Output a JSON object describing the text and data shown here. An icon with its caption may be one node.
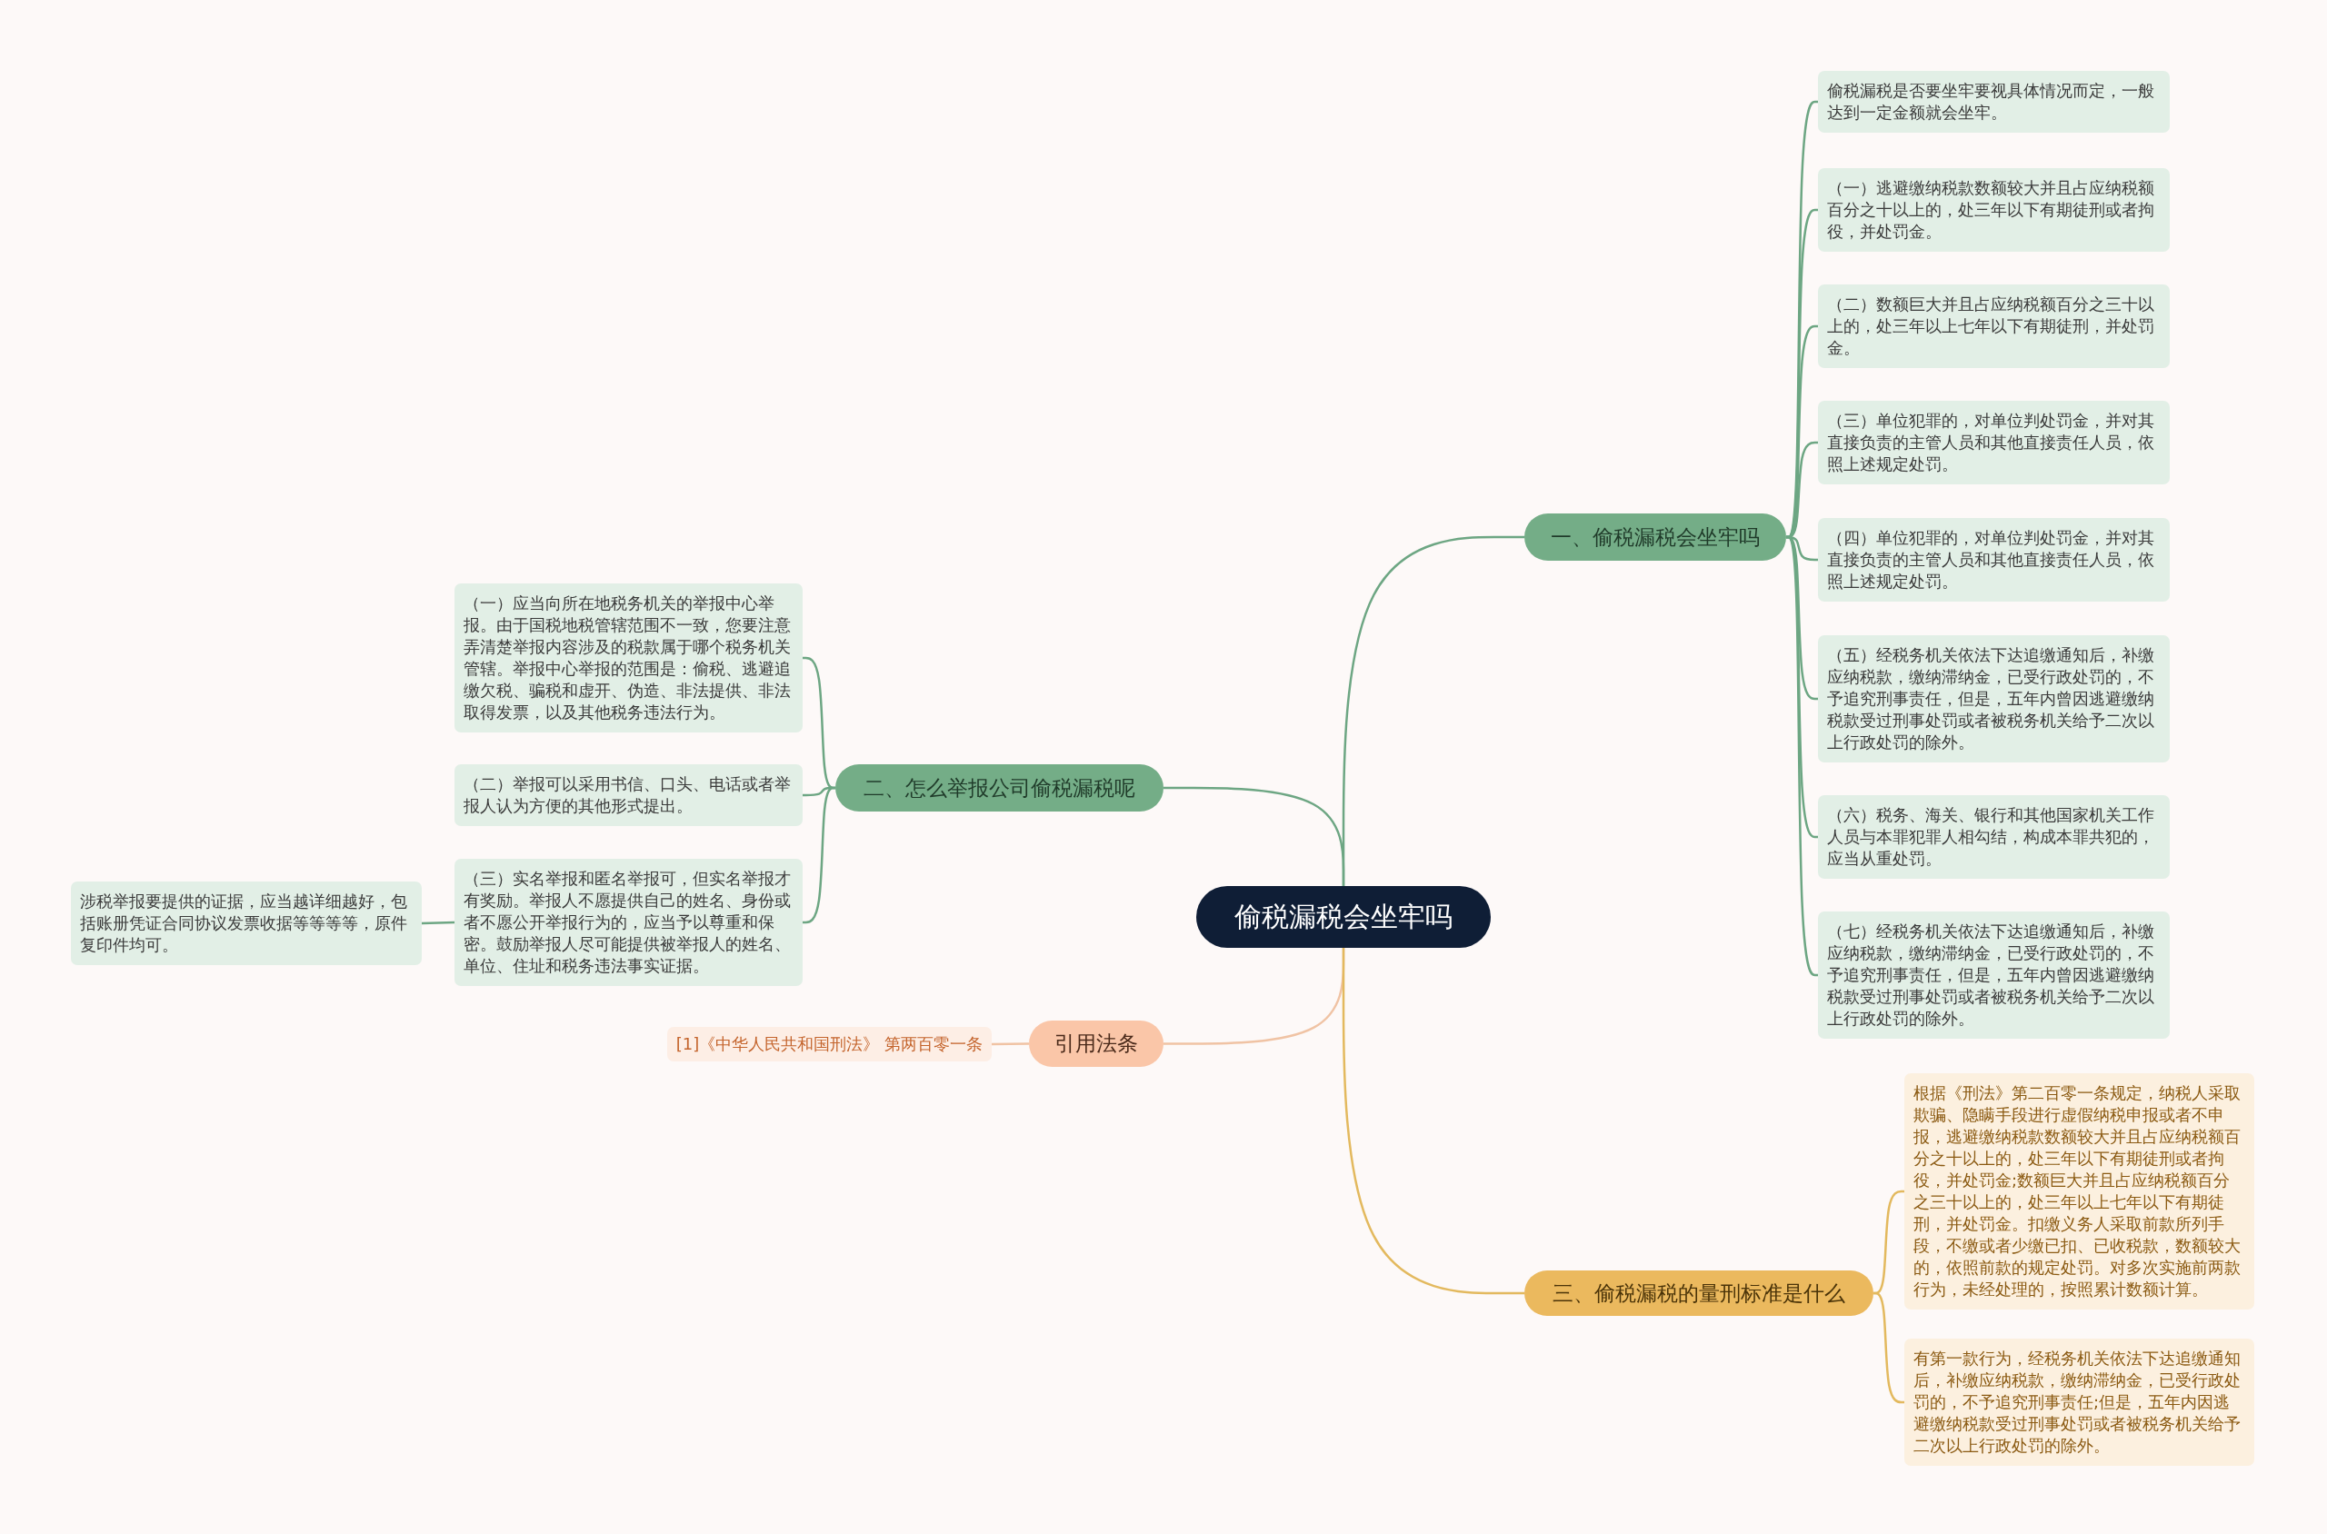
{
  "diagram": {
    "nodes": [
      {
        "text": [
          "偷税漏税会坐牢吗"
        ]
      },
      {
        "text": [
          "一、偷税漏税会坐牢吗"
        ]
      },
      {
        "text": [
          "偷税漏税是否要坐牢要视具体情况而定，一般达到一定金额就会坐牢。"
        ]
      },
      {
        "text": [
          "（一）逃避缴纳税款数额较大并且占应纳税额百分之十以上的，处三年以下有期徒刑或者拘役，并处罚金。"
        ]
      },
      {
        "text": [
          "（二）数额巨大并且占应纳税额百分之三十以上的，处三年以上七年以下有期徒刑，并处罚金。"
        ]
      },
      {
        "text": [
          "（三）单位犯罪的，对单位判处罚金，并对其直接负责的主管人员和其他直接责任人员，依照上述规定处罚。"
        ]
      },
      {
        "text": [
          "（四）单位犯罪的，对单位判处罚金，并对其直接负责的主管人员和其他直接责任人员，依照上述规定处罚。"
        ]
      },
      {
        "text": [
          "（五）经税务机关依法下达追缴通知后，补缴应纳税款，缴纳滞纳金，已受行政处罚的，不予追究刑事责任，但是，五年内曾因逃避缴纳税款受过刑事处罚或者被税务机关给予二次以上行政处罚的除外。"
        ]
      },
      {
        "text": [
          "（六）税务、海关、银行和其他国家机关工作人员与本罪犯罪人相勾结，构成本罪共犯的，应当从重处罚。"
        ]
      },
      {
        "text": [
          "（七）经税务机关依法下达追缴通知后，补缴应纳税款，缴纳滞纳金，已受行政处罚的，不予追究刑事责任，但是，五年内曾因逃避缴纳税款受过刑事处罚或者被税务机关给予二次以上行政处罚的除外。"
        ]
      },
      {
        "text": [
          "二、怎么举报公司偷税漏税呢"
        ]
      },
      {
        "text": [
          "（一）应当向所在地税务机关的举报中心举报。由于国税地税管辖范围不一致，您要注意弄清楚举报内容涉及的税款属于哪个税务机关管辖。举报中心举报的范围是：偷税、逃避追缴欠税、骗税和虚开、伪造、非法提供、非法取得发票，以及其他税务违法行为。"
        ]
      },
      {
        "text": [
          "（二）举报可以采用书信、口头、电话或者举报人认为方便的其他形式提出。"
        ]
      },
      {
        "text": [
          "（三）实名举报和匿名举报可，但实名举报才有奖励。举报人不愿提供自己的姓名、身份或者不愿公开举报行为的，应当予以尊重和保密。鼓励举报人尽可能提供被举报人的姓名、单位、住址和税务违法事实证据。"
        ]
      },
      {
        "text": [
          "涉税举报要提供的证据，应当越详细越好，包括账册凭证合同协议发票收据等等等等，原件复印件均可。"
        ]
      },
      {
        "text": [
          "引用法条"
        ]
      },
      {
        "text": [
          "[1]《中华人民共和国刑法》 第两百零一条"
        ]
      },
      {
        "text": [
          "三、偷税漏税的量刑标准是什么"
        ]
      },
      {
        "text": [
          "根据《刑法》第二百零一条规定，纳税人采取欺骗、隐瞒手段进行虚假纳税申报或者不申报，逃避缴纳税款数额较大并且占应纳税额百分之十以上的，处三年以下有期徒刑或者拘役，并处罚金;数额巨大并且占应纳税额百分之三十以上的，处三年以上七年以下有期徒刑，并处罚金。扣缴义务人采取前款所列手段，不缴或者少缴已扣、已收税款，数额较大的，依照前款的规定处罚。对多次实施前两款行为，未经处理的，按照累计数额计算。"
        ]
      },
      {
        "text": [
          "有第一款行为，经税务机关依法下达追缴通知后，补缴应纳税款，缴纳滞纳金，已受行政处罚的，不予追究刑事责任;但是，五年内因逃避缴纳税款受过刑事处罚或者被税务机关给予二次以上行政处罚的除外。"
        ]
      }
    ],
    "edges": [
      {
        "from": 0,
        "to": 1,
        "arrow": "none"
      },
      {
        "from": 1,
        "to": 2,
        "arrow": "none"
      },
      {
        "from": 1,
        "to": 3,
        "arrow": "none"
      },
      {
        "from": 1,
        "to": 4,
        "arrow": "none"
      },
      {
        "from": 1,
        "to": 5,
        "arrow": "none"
      },
      {
        "from": 1,
        "to": 6,
        "arrow": "none"
      },
      {
        "from": 1,
        "to": 7,
        "arrow": "none"
      },
      {
        "from": 1,
        "to": 8,
        "arrow": "none"
      },
      {
        "from": 1,
        "to": 9,
        "arrow": "none"
      },
      {
        "from": 0,
        "to": 10,
        "arrow": "none"
      },
      {
        "from": 10,
        "to": 11,
        "arrow": "none"
      },
      {
        "from": 10,
        "to": 12,
        "arrow": "none"
      },
      {
        "from": 10,
        "to": 13,
        "arrow": "none"
      },
      {
        "from": 13,
        "to": 14,
        "arrow": "none"
      },
      {
        "from": 0,
        "to": 15,
        "arrow": "none",
        "color": "#f0c3a4"
      },
      {
        "from": 15,
        "to": 16,
        "arrow": "none",
        "color": "#f0c3a4"
      },
      {
        "from": 0,
        "to": 17,
        "arrow": "none",
        "color": "#e3b95e"
      },
      {
        "from": 17,
        "to": 18,
        "arrow": "none",
        "color": "#e3b95e"
      },
      {
        "from": 17,
        "to": 19,
        "arrow": "none",
        "color": "#e3b95e"
      }
    ]
  }
}
